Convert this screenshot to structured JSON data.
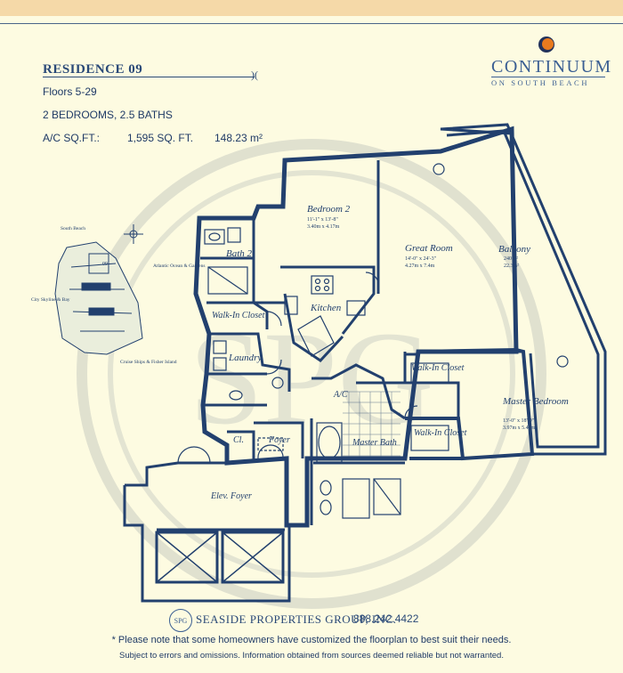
{
  "residence": {
    "title": "RESIDENCE 09",
    "floors": "Floors 5-29",
    "bedrooms_baths": "2 BEDROOMS,  2.5 BATHS",
    "area_label": "A/C SQ.FT.:",
    "area_sqft": "1,595 SQ. FT.",
    "area_m2": "148.23 m²"
  },
  "brand": {
    "name": "CONTINUUM",
    "subtitle": "ON SOUTH BEACH",
    "colors": {
      "navy": "#23325a",
      "orange": "#e87a1e"
    }
  },
  "watermark": {
    "text": "SPG"
  },
  "site_map": {
    "north_label": "South Beach",
    "labels": [
      "Atlantic Ocean & Gardens",
      "City Skyline & Bay",
      "Cruise Ships & Fisher Island"
    ],
    "unit_number": "09"
  },
  "rooms": [
    {
      "name": "Bedroom 2",
      "dims_ft": "11'-1\" x 13'-8\"",
      "dims_m": "3.40m x 4.17m"
    },
    {
      "name": "Great Room",
      "dims_ft": "14'-0\" x 24'-3\"",
      "dims_m": "4.27m x 7.4m"
    },
    {
      "name": "Balcony",
      "dims_ft": "240 ft²",
      "dims_m": "22.3m²"
    },
    {
      "name": "Master Bedroom",
      "dims_ft": "13'-0\" x 18'-0\"",
      "dims_m": "3.97m x 5.49m"
    },
    {
      "name": "Bath 2"
    },
    {
      "name": "Kitchen"
    },
    {
      "name": "Walk-In Closet"
    },
    {
      "name": "Laundry"
    },
    {
      "name": "Walk-In Closet"
    },
    {
      "name": "Walk-In Closet"
    },
    {
      "name": "A/C"
    },
    {
      "name": "Master Bath"
    },
    {
      "name": "Cl."
    },
    {
      "name": "Foyer"
    },
    {
      "name": "Elev. Foyer"
    }
  ],
  "footer": {
    "logo_text": "SPG",
    "company": "SEASIDE PROPERTIES GROUP, INC.",
    "phone": "888.242.4422",
    "note": "* Please note that some homeowners have customized the floorplan to best suit their needs.",
    "disclaimer": "Subject to errors and omissions. Information obtained from sources deemed reliable but not warranted."
  }
}
